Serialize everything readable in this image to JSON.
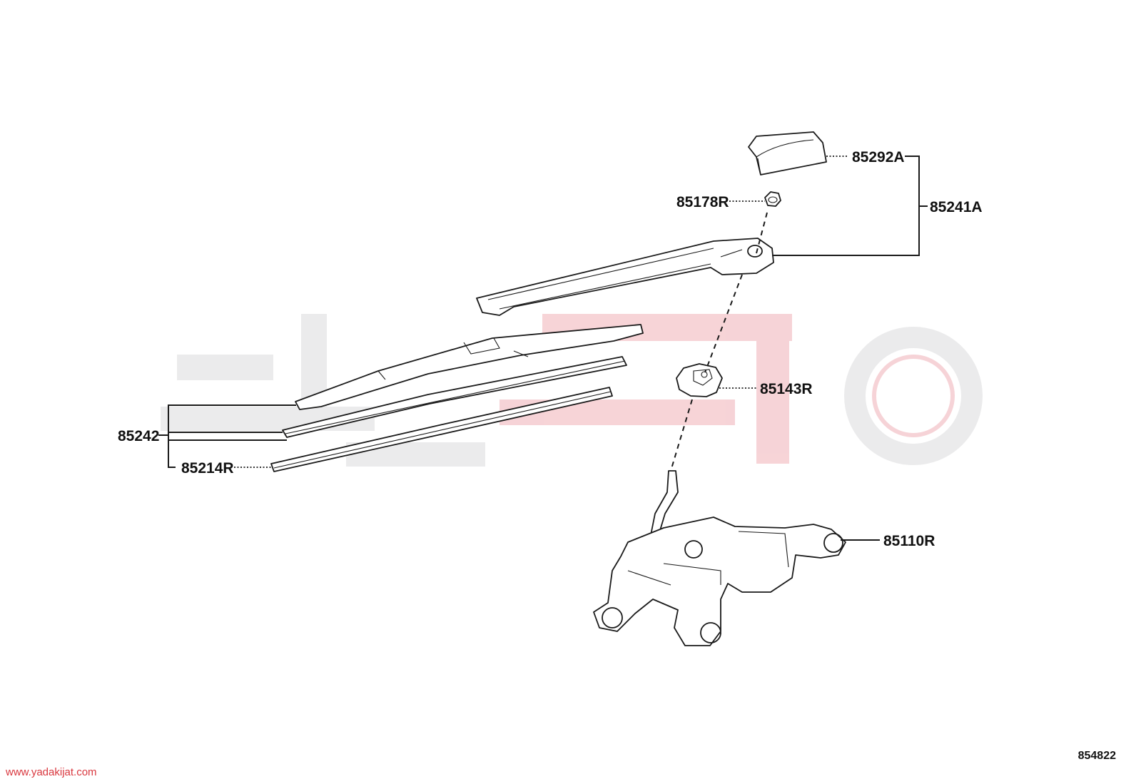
{
  "diagram_ref": "854822",
  "watermark_url": "www.yadakijat.com",
  "watermark_colors": {
    "gray": "#e9e9ea",
    "red": "#f6cfd3"
  },
  "callouts": {
    "cap": "85292A",
    "nut": "85178R",
    "arm_assy": "85241A",
    "pivot_cap": "85143R",
    "blade_assy": "85242",
    "blade_rubber": "85214R",
    "motor": "85110R"
  }
}
